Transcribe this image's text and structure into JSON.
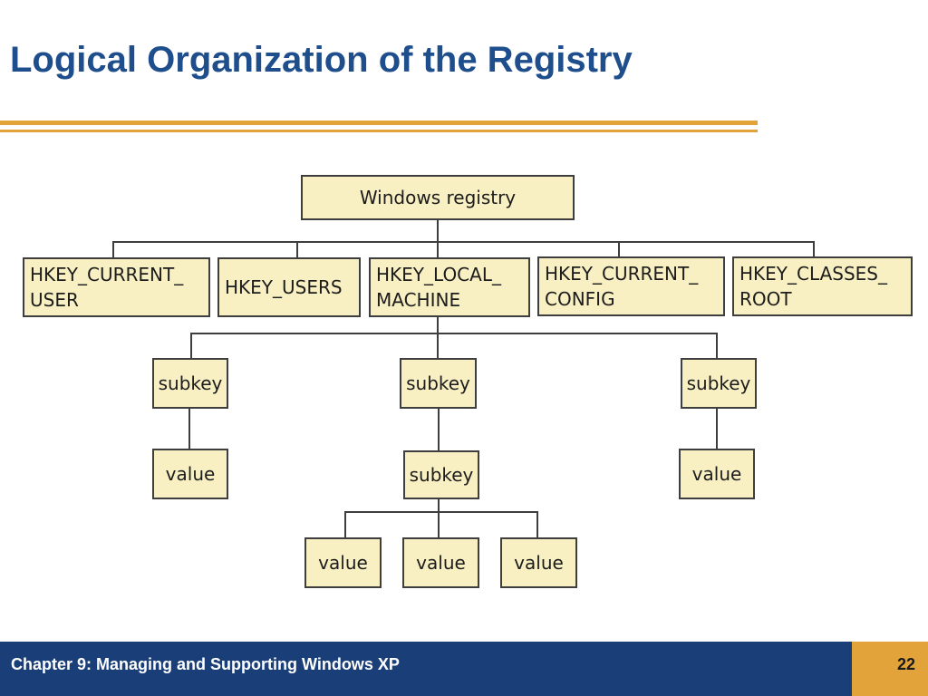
{
  "slide": {
    "title": "Logical Organization of the Registry",
    "footer_text": "Chapter 9: Managing and Supporting Windows XP",
    "page_number": "22"
  },
  "colors": {
    "title": "#1f4e8c",
    "accent_rule": "#e3a33b",
    "footer_bg": "#1a3f78",
    "page_box": "#e3a33b",
    "node_fill": "#f8f0c2",
    "node_border": "#3e3e3e"
  },
  "diagram": {
    "root": "Windows registry",
    "hives": [
      "HKEY_CURRENT_\nUSER",
      "HKEY_USERS",
      "HKEY_LOCAL_\nMACHINE",
      "HKEY_CURRENT_\nCONFIG",
      "HKEY_CLASSES_\nROOT"
    ],
    "machine_children": {
      "left_subkey": "subkey",
      "left_value": "value",
      "middle_subkey": "subkey",
      "middle_nested_subkey": "subkey",
      "middle_values": [
        "value",
        "value",
        "value"
      ],
      "right_subkey": "subkey",
      "right_value": "value"
    }
  }
}
